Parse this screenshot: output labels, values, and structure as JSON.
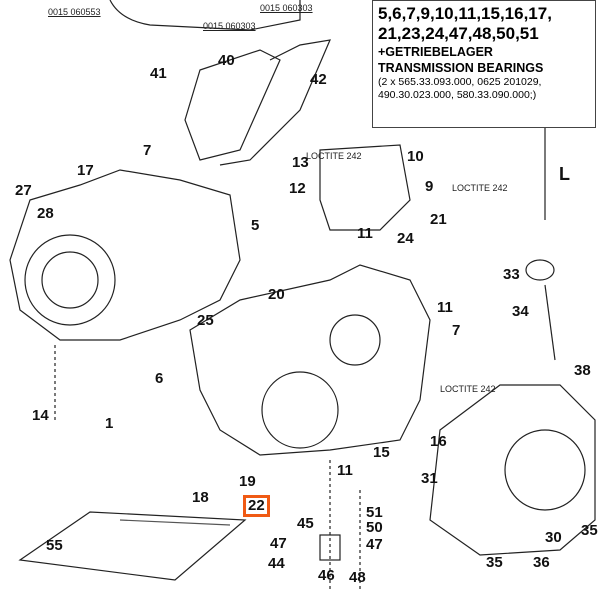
{
  "part_numbers": [
    "0015 060553",
    "0015 060303",
    "0015 060303"
  ],
  "info_box": {
    "line1": "5,6,7,9,10,11,15,16,17,",
    "line2": "21,23,24,47,48,50,51",
    "line3": "+GETRIEBELAGER",
    "line4": "TRANSMISSION BEARINGS",
    "line5": "(2 x 565.33.093.000, 0625 201029,",
    "line6": "490.30.023.000, 580.33.090.000;)"
  },
  "loctite": [
    "LOCTITE 242",
    "LOCTITE 242",
    "LOCTITE 242"
  ],
  "dimension_label": "L",
  "callouts": [
    "41",
    "40",
    "42",
    "7",
    "17",
    "27",
    "28",
    "5",
    "13",
    "10",
    "12",
    "9",
    "21",
    "11",
    "24",
    "33",
    "34",
    "20",
    "25",
    "11",
    "7",
    "6",
    "38",
    "14",
    "1",
    "16",
    "15",
    "11",
    "31",
    "19",
    "18",
    "22",
    "51",
    "45",
    "50",
    "47",
    "47",
    "30",
    "35",
    "44",
    "46",
    "48",
    "35",
    "36",
    "55"
  ],
  "highlighted_callout": "22",
  "highlight_color": "#f05a14"
}
